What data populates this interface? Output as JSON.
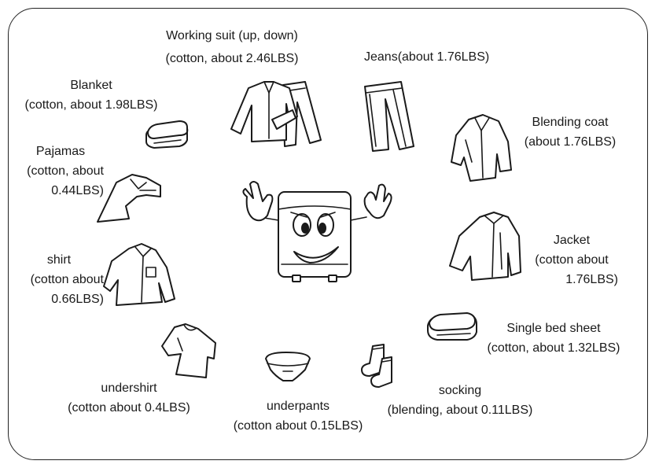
{
  "items": {
    "working_suit": {
      "line1": "Working suit (up, down)",
      "line2": "(cotton, about 2.46LBS)",
      "icon": "working-suit-icon"
    },
    "jeans": {
      "line1": "Jeans(about 1.76LBS)",
      "icon": "jeans-icon"
    },
    "blanket": {
      "line1": "Blanket",
      "line2": "(cotton, about 1.98LBS)",
      "icon": "blanket-icon"
    },
    "blending_coat": {
      "line1": "Blending coat",
      "line2": "(about 1.76LBS)",
      "icon": "blending-coat-icon"
    },
    "pajamas": {
      "line1": "Pajamas",
      "line2": "(cotton, about",
      "line3": "0.44LBS)",
      "icon": "pajamas-icon"
    },
    "jacket": {
      "line1": "Jacket",
      "line2": "(cotton about",
      "line3": "1.76LBS)",
      "icon": "jacket-icon"
    },
    "shirt": {
      "line1": "shirt",
      "line2": "(cotton about",
      "line3": "0.66LBS)",
      "icon": "shirt-icon"
    },
    "single_bed_sheet": {
      "line1": "Single bed sheet",
      "line2": "(cotton, about 1.32LBS)",
      "icon": "bed-sheet-icon"
    },
    "undershirt": {
      "line1": "undershirt",
      "line2": "(cotton about 0.4LBS)",
      "icon": "undershirt-icon"
    },
    "underpants": {
      "line1": "underpants",
      "line2": "(cotton about 0.15LBS)",
      "icon": "underpants-icon"
    },
    "socking": {
      "line1": "socking",
      "line2": "(blending, about 0.11LBS)",
      "icon": "socks-icon"
    }
  },
  "center": {
    "icon": "washing-machine-mascot-icon"
  },
  "colors": {
    "line": "#1a1a1a",
    "background": "#ffffff"
  }
}
